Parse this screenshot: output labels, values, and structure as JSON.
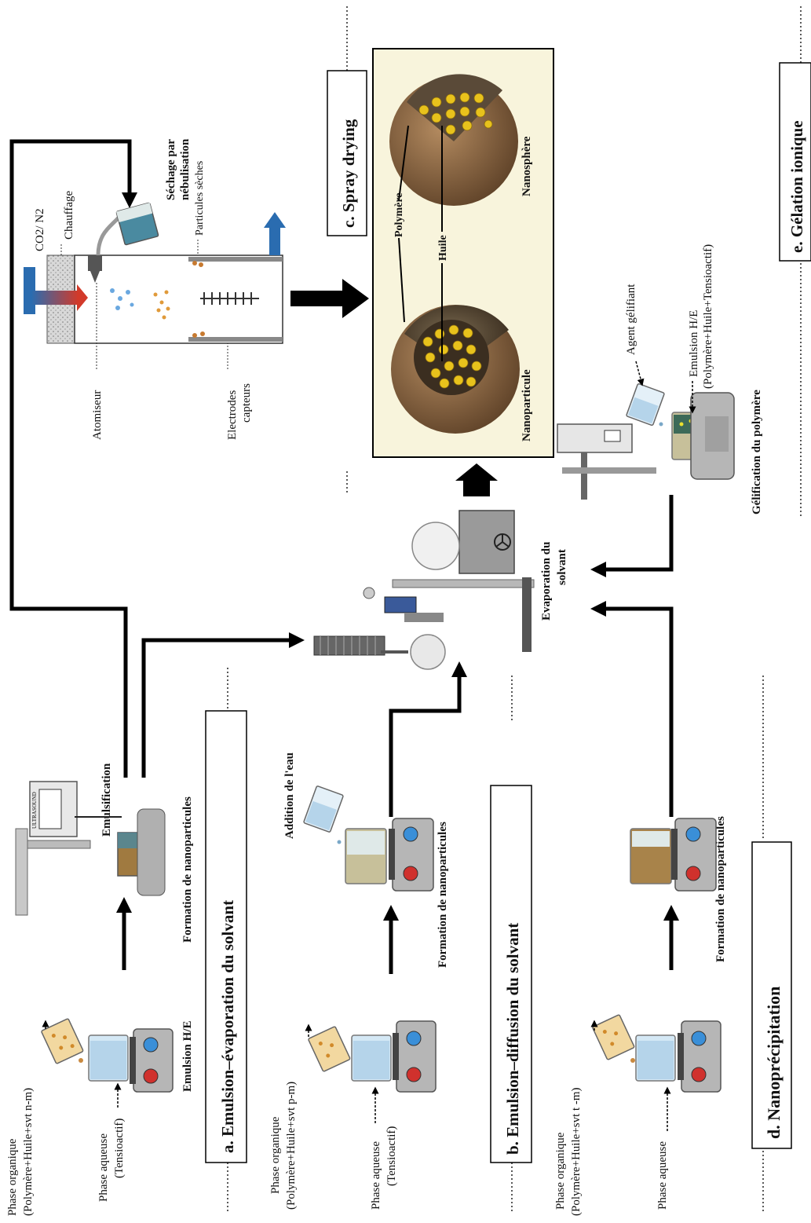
{
  "sections": {
    "a": "a. Emulsion–évaporation du solvant",
    "b": "b. Emulsion–diffusion du solvant",
    "c": "c. Spray drying",
    "d": "d. Nanoprécipitation",
    "e": "e. Gélation ionique"
  },
  "labels": {
    "phase_org_a_1": "Phase organique",
    "phase_org_a_2": "(Polymère+Huile+svt n-m)",
    "phase_aq_a_1": "Phase aqueuse",
    "phase_aq_a_2": "(Tensioactif)",
    "emulsion_he": "Emulsion H/E",
    "formation_a": "Formation de nanoparticules",
    "emulsification": "Emulsification",
    "ultrasound": "ULTRASOUND",
    "phase_org_b_1": "Phase organique",
    "phase_org_b_2": "(Polymère+Huile+svt p-m)",
    "phase_aq_b_1": "Phase aqueuse",
    "phase_aq_b_2": "(Tensioactif)",
    "addition_eau": "Addition de l'eau",
    "formation_b": "Formation de nanoparticules",
    "phase_org_d_1": "Phase organique",
    "phase_org_d_2": "(Polymère+Huile+svt t -m)",
    "phase_aq_d": "Phase aqueuse",
    "formation_d": "Formation de nanoparticules",
    "evaporation_1": "Evaporation du",
    "evaporation_2": "solvant",
    "co2_n2": "CO2/ N2",
    "chauffage": "Chauffage",
    "sechage_1": "Séchage par",
    "sechage_2": "nébulisation",
    "particules_seches": "Particules sèches",
    "atomiseur": "Atomiseur",
    "electrodes_1": "Electrodes",
    "electrodes_2": "capteurs",
    "polymere": "Polymère",
    "huile": "Huile",
    "nanosphere": "Nanosphère",
    "nanoparticule": "Nanoparticule",
    "agent_gelifiant": "Agent gélifiant",
    "emulsion_e_1": "Emulsion H/E",
    "emulsion_e_2": "(Polymère+Huile+Tensioactif)",
    "gelification": "Gélification du polymère"
  },
  "colors": {
    "arrow": "#000000",
    "sphere": "#8a6a48",
    "core": "#e8c21c",
    "panel": "#f8f4dc",
    "blue_arrow": "#2a6cb0",
    "red_arrow": "#d23a2a",
    "beaker_liquid": "#b5d4ea",
    "mixer_red": "#d0312d",
    "mixer_blue": "#3a8fd8"
  }
}
